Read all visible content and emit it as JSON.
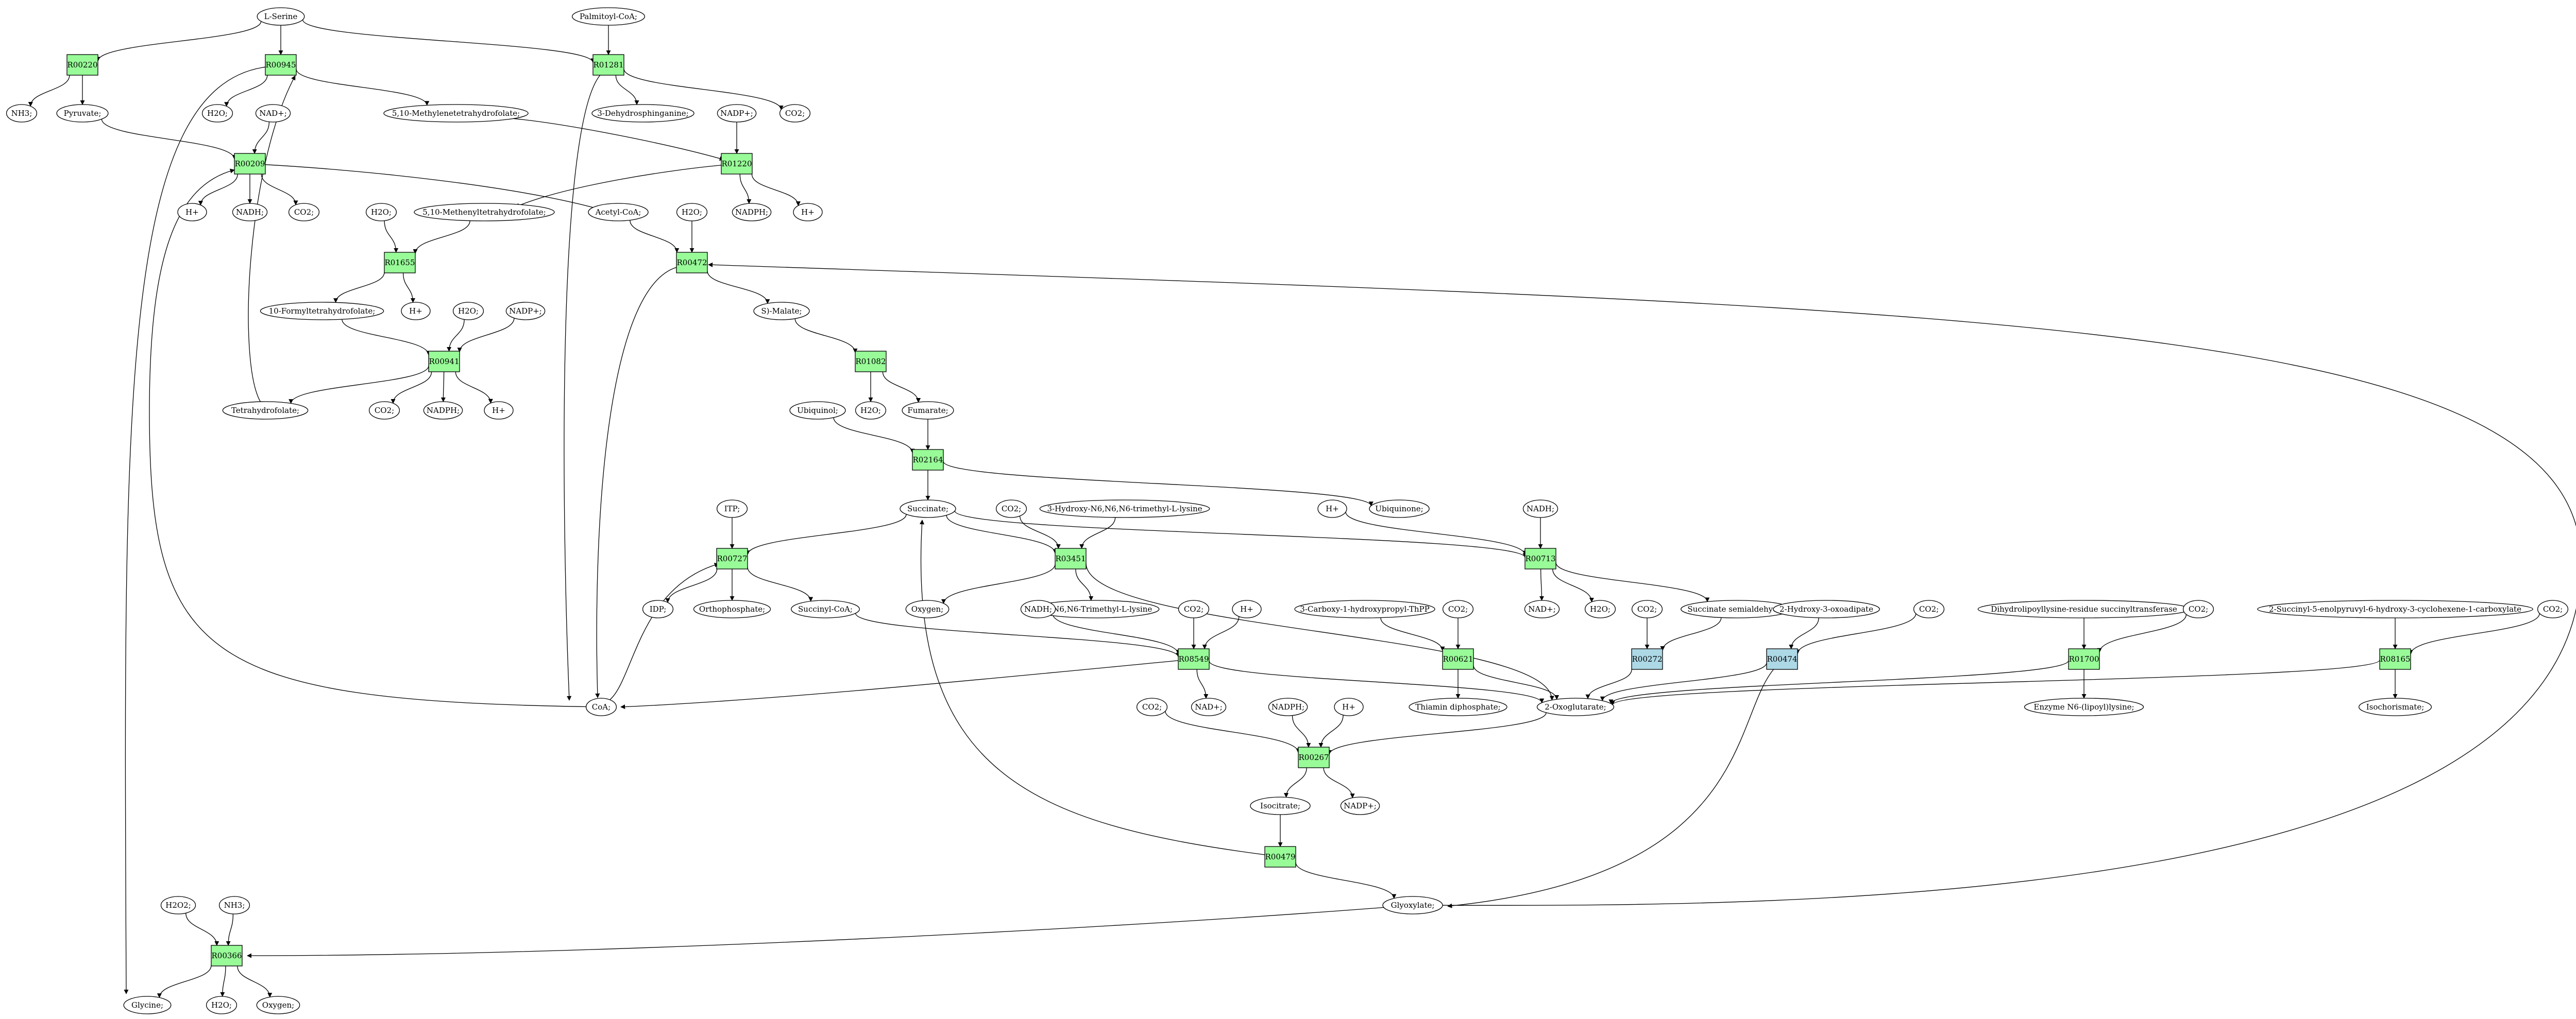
{
  "colors": {
    "reaction": "#98fb98",
    "reaction_alt": "#add8e6",
    "source": "#00ff00",
    "target": "#ffff00",
    "compound": "#ffffff"
  },
  "nodes": {
    "serine": {
      "label": "L-Serine",
      "kind": "source"
    },
    "palmitoyl": {
      "label": "Palmitoyl-CoA;",
      "kind": "compound"
    },
    "r00220": {
      "label": "R00220",
      "kind": "reaction"
    },
    "r00945": {
      "label": "R00945",
      "kind": "reaction"
    },
    "r01281": {
      "label": "R01281",
      "kind": "reaction"
    },
    "nh3_a": {
      "label": "NH3;",
      "kind": "compound"
    },
    "pyruvate": {
      "label": "Pyruvate;",
      "kind": "compound"
    },
    "h2o_a": {
      "label": "H2O;",
      "kind": "compound"
    },
    "nadp_a": {
      "label": "NAD+;",
      "kind": "compound"
    },
    "methylene_thf": {
      "label": "5,10-Methylenetetrahydrofolate;",
      "kind": "compound"
    },
    "dehydrosphinganine": {
      "label": "3-Dehydrosphinganine;",
      "kind": "compound"
    },
    "co2_a": {
      "label": "CO2;",
      "kind": "compound"
    },
    "nadpplus_a": {
      "label": "NADP+;",
      "kind": "compound"
    },
    "r00209": {
      "label": "R00209",
      "kind": "reaction"
    },
    "r01220": {
      "label": "R01220",
      "kind": "reaction"
    },
    "hplus_a": {
      "label": "H+",
      "kind": "compound"
    },
    "nadh_a": {
      "label": "NADH;",
      "kind": "compound"
    },
    "co2_b": {
      "label": "CO2;",
      "kind": "compound"
    },
    "h2o_b": {
      "label": "H2O;",
      "kind": "compound"
    },
    "methenyl_thf": {
      "label": "5,10-Methenyltetrahydrofolate;",
      "kind": "compound"
    },
    "acetylcoa": {
      "label": "Acetyl-CoA;",
      "kind": "compound"
    },
    "h2o_c": {
      "label": "H2O;",
      "kind": "compound"
    },
    "nadph_a": {
      "label": "NADPH;",
      "kind": "compound"
    },
    "hplus_b": {
      "label": "H+",
      "kind": "compound"
    },
    "r01655": {
      "label": "R01655",
      "kind": "reaction"
    },
    "r00472": {
      "label": "R00472",
      "kind": "reaction"
    },
    "formyl_thf": {
      "label": "10-Formyltetrahydrofolate;",
      "kind": "compound"
    },
    "hplus_c": {
      "label": "H+",
      "kind": "compound"
    },
    "h2o_d": {
      "label": "H2O;",
      "kind": "compound"
    },
    "nadpplus_b": {
      "label": "NADP+;",
      "kind": "compound"
    },
    "smalate": {
      "label": "S)-Malate;",
      "kind": "compound"
    },
    "r00941": {
      "label": "R00941",
      "kind": "reaction"
    },
    "r01082": {
      "label": "R01082",
      "kind": "reaction"
    },
    "thf": {
      "label": "Tetrahydrofolate;",
      "kind": "compound"
    },
    "co2_c": {
      "label": "CO2;",
      "kind": "compound"
    },
    "nadph_b": {
      "label": "NADPH;",
      "kind": "compound"
    },
    "hplus_d": {
      "label": "H+",
      "kind": "compound"
    },
    "ubiquinol": {
      "label": "Ubiquinol;",
      "kind": "compound"
    },
    "h2o_e": {
      "label": "H2O;",
      "kind": "compound"
    },
    "fumarate": {
      "label": "Fumarate;",
      "kind": "compound"
    },
    "r02164": {
      "label": "R02164",
      "kind": "reaction"
    },
    "itp": {
      "label": "ITP;",
      "kind": "compound"
    },
    "succinate": {
      "label": "Succinate;",
      "kind": "compound"
    },
    "co2_d": {
      "label": "CO2;",
      "kind": "compound"
    },
    "hydroxy_lys": {
      "label": "3-Hydroxy-N6,N6,N6-trimethyl-L-lysine",
      "kind": "compound"
    },
    "hplus_e": {
      "label": "H+",
      "kind": "compound"
    },
    "ubiquinone": {
      "label": "Ubiquinone;",
      "kind": "compound"
    },
    "nadh_b": {
      "label": "NADH;",
      "kind": "compound"
    },
    "r00727": {
      "label": "R00727",
      "kind": "reaction"
    },
    "r03451": {
      "label": "R03451",
      "kind": "reaction"
    },
    "r00713": {
      "label": "R00713",
      "kind": "reaction"
    },
    "idp": {
      "label": "IDP;",
      "kind": "compound"
    },
    "orthophosphate": {
      "label": "Orthophosphate;",
      "kind": "compound"
    },
    "succinylcoa": {
      "label": "Succinyl-CoA;",
      "kind": "compound"
    },
    "oxygen_a": {
      "label": "Oxygen;",
      "kind": "compound"
    },
    "trimethyl_lys": {
      "label": "N6,N6,N6-Trimethyl-L-lysine",
      "kind": "compound"
    },
    "nadplus_a": {
      "label": "NAD+;",
      "kind": "compound"
    },
    "h2o_f": {
      "label": "H2O;",
      "kind": "compound"
    },
    "succ_semi": {
      "label": "Succinate semialdehyde;",
      "kind": "compound"
    },
    "nadh_c": {
      "label": "NADH;",
      "kind": "compound"
    },
    "co2_e": {
      "label": "CO2;",
      "kind": "compound"
    },
    "hplus_f": {
      "label": "H+",
      "kind": "compound"
    },
    "carboxy_thpp": {
      "label": "3-Carboxy-1-hydroxypropyl-ThPP",
      "kind": "compound"
    },
    "co2_f": {
      "label": "CO2;",
      "kind": "compound"
    },
    "co2_g": {
      "label": "CO2;",
      "kind": "compound"
    },
    "hydroxy_oxo": {
      "label": "2-Hydroxy-3-oxoadipate",
      "kind": "compound"
    },
    "co2_h": {
      "label": "CO2;",
      "kind": "compound"
    },
    "dihydrolipoyl": {
      "label": "Dihydrolipoyllysine-residue succinyltransferase",
      "kind": "compound"
    },
    "co2_i": {
      "label": "CO2;",
      "kind": "compound"
    },
    "succinyl_eno": {
      "label": "2-Succinyl-5-enolpyruvyl-6-hydroxy-3-cyclohexene-1-carboxylate",
      "kind": "compound"
    },
    "co2_j": {
      "label": "CO2;",
      "kind": "compound"
    },
    "r08549": {
      "label": "R08549",
      "kind": "reaction"
    },
    "r00621": {
      "label": "R00621",
      "kind": "reaction"
    },
    "r00272": {
      "label": "R00272",
      "kind": "reaction_alt"
    },
    "r00474": {
      "label": "R00474",
      "kind": "reaction_alt"
    },
    "r01700": {
      "label": "R01700",
      "kind": "reaction"
    },
    "r08165": {
      "label": "R08165",
      "kind": "reaction"
    },
    "coa": {
      "label": "CoA;",
      "kind": "compound"
    },
    "thiamin": {
      "label": "Thiamin diphosphate;",
      "kind": "compound"
    },
    "oxoglutarate": {
      "label": "2-Oxoglutarate;",
      "kind": "compound"
    },
    "lipoyllysine": {
      "label": "Enzyme N6-(lipoyl)lysine;",
      "kind": "compound"
    },
    "isochorismate": {
      "label": "Isochorismate;",
      "kind": "compound"
    },
    "co2_k": {
      "label": "CO2;",
      "kind": "compound"
    },
    "nadplus_b": {
      "label": "NAD+;",
      "kind": "compound"
    },
    "nadph_c": {
      "label": "NADPH;",
      "kind": "compound"
    },
    "hplus_g": {
      "label": "H+",
      "kind": "compound"
    },
    "r00267": {
      "label": "R00267",
      "kind": "reaction"
    },
    "isocitrate": {
      "label": "Isocitrate;",
      "kind": "compound"
    },
    "nadpplus_c": {
      "label": "NADP+;",
      "kind": "compound"
    },
    "r00479": {
      "label": "R00479",
      "kind": "reaction"
    },
    "glyoxylate": {
      "label": "Glyoxylate;",
      "kind": "compound"
    },
    "h2o2": {
      "label": "H2O2;",
      "kind": "compound"
    },
    "nh3_b": {
      "label": "NH3;",
      "kind": "compound"
    },
    "r00366": {
      "label": "R00366",
      "kind": "reaction"
    },
    "glycine": {
      "label": "Glycine;",
      "kind": "target"
    },
    "h2o_g": {
      "label": "H2O;",
      "kind": "compound"
    },
    "oxygen_b": {
      "label": "Oxygen;",
      "kind": "compound"
    }
  },
  "edges": [
    [
      "serine",
      "r00220"
    ],
    [
      "serine",
      "r00945"
    ],
    [
      "serine",
      "r01281"
    ],
    [
      "palmitoyl",
      "r01281"
    ],
    [
      "r00220",
      "nh3_a"
    ],
    [
      "r00220",
      "pyruvate"
    ],
    [
      "r00945",
      "h2o_a"
    ],
    [
      "r00945",
      "methylene_thf"
    ],
    [
      "r00945",
      "glycine"
    ],
    [
      "nadp_a",
      "r00209"
    ],
    [
      "r01281",
      "dehydrosphinganine"
    ],
    [
      "r01281",
      "co2_a"
    ],
    [
      "r01281",
      "coa"
    ],
    [
      "pyruvate",
      "r00209"
    ],
    [
      "r00209",
      "hplus_a"
    ],
    [
      "r00209",
      "nadh_a"
    ],
    [
      "r00209",
      "co2_b"
    ],
    [
      "r00209",
      "acetylcoa"
    ],
    [
      "methylene_thf",
      "r01220"
    ],
    [
      "nadpplus_a",
      "r01220"
    ],
    [
      "r01220",
      "methenyl_thf"
    ],
    [
      "r01220",
      "nadph_a"
    ],
    [
      "r01220",
      "hplus_b"
    ],
    [
      "h2o_b",
      "r01655"
    ],
    [
      "methenyl_thf",
      "r01655"
    ],
    [
      "r01655",
      "formyl_thf"
    ],
    [
      "r01655",
      "hplus_c"
    ],
    [
      "acetylcoa",
      "r00472"
    ],
    [
      "h2o_c",
      "r00472"
    ],
    [
      "r00472",
      "smalate"
    ],
    [
      "r00472",
      "coa"
    ],
    [
      "formyl_thf",
      "r00941"
    ],
    [
      "h2o_d",
      "r00941"
    ],
    [
      "nadpplus_b",
      "r00941"
    ],
    [
      "r00941",
      "thf"
    ],
    [
      "r00941",
      "co2_c"
    ],
    [
      "r00941",
      "nadph_b"
    ],
    [
      "r00941",
      "hplus_d"
    ],
    [
      "thf",
      "r00945"
    ],
    [
      "smalate",
      "r01082"
    ],
    [
      "r01082",
      "h2o_e"
    ],
    [
      "r01082",
      "fumarate"
    ],
    [
      "fumarate",
      "r02164"
    ],
    [
      "ubiquinol",
      "r02164"
    ],
    [
      "r02164",
      "succinate"
    ],
    [
      "r02164",
      "ubiquinone"
    ],
    [
      "itp",
      "r00727"
    ],
    [
      "succinate",
      "r00727"
    ],
    [
      "succinate",
      "r03451"
    ],
    [
      "succinate",
      "r00713"
    ],
    [
      "co2_d",
      "r03451"
    ],
    [
      "hydroxy_lys",
      "r03451"
    ],
    [
      "hplus_e",
      "r00713"
    ],
    [
      "nadh_b",
      "r00713"
    ],
    [
      "r00727",
      "idp"
    ],
    [
      "r00727",
      "orthophosphate"
    ],
    [
      "r00727",
      "succinylcoa"
    ],
    [
      "r03451",
      "oxygen_a"
    ],
    [
      "r03451",
      "trimethyl_lys"
    ],
    [
      "r03451",
      "oxoglutarate"
    ],
    [
      "r00713",
      "nadplus_a"
    ],
    [
      "r00713",
      "h2o_f"
    ],
    [
      "r00713",
      "succ_semi"
    ],
    [
      "succinylcoa",
      "r08549"
    ],
    [
      "nadh_c",
      "r08549"
    ],
    [
      "co2_e",
      "r08549"
    ],
    [
      "hplus_f",
      "r08549"
    ],
    [
      "r08549",
      "coa"
    ],
    [
      "r08549",
      "nadplus_b"
    ],
    [
      "r08549",
      "oxoglutarate"
    ],
    [
      "coa",
      "r00727"
    ],
    [
      "coa",
      "r00209"
    ],
    [
      "carboxy_thpp",
      "r00621"
    ],
    [
      "co2_f",
      "r00621"
    ],
    [
      "r00621",
      "thiamin"
    ],
    [
      "r00621",
      "oxoglutarate"
    ],
    [
      "co2_g",
      "r00272"
    ],
    [
      "succ_semi",
      "r00272"
    ],
    [
      "r00272",
      "oxoglutarate"
    ],
    [
      "hydroxy_oxo",
      "r00474"
    ],
    [
      "co2_h",
      "r00474"
    ],
    [
      "r00474",
      "oxoglutarate"
    ],
    [
      "r00474",
      "glyoxylate"
    ],
    [
      "dihydrolipoyl",
      "r01700"
    ],
    [
      "co2_i",
      "r01700"
    ],
    [
      "r01700",
      "lipoyllysine"
    ],
    [
      "r01700",
      "oxoglutarate"
    ],
    [
      "succinyl_eno",
      "r08165"
    ],
    [
      "co2_j",
      "r08165"
    ],
    [
      "r08165",
      "isochorismate"
    ],
    [
      "r08165",
      "oxoglutarate"
    ],
    [
      "oxoglutarate",
      "r00267"
    ],
    [
      "co2_k",
      "r00267"
    ],
    [
      "nadph_c",
      "r00267"
    ],
    [
      "hplus_g",
      "r00267"
    ],
    [
      "r00267",
      "isocitrate"
    ],
    [
      "r00267",
      "nadpplus_c"
    ],
    [
      "isocitrate",
      "r00479"
    ],
    [
      "r00479",
      "glyoxylate"
    ],
    [
      "r00479",
      "succinate"
    ],
    [
      "glyoxylate",
      "r00472"
    ],
    [
      "glyoxylate",
      "r00366"
    ],
    [
      "h2o2",
      "r00366"
    ],
    [
      "nh3_b",
      "r00366"
    ],
    [
      "r00366",
      "glycine"
    ],
    [
      "r00366",
      "h2o_g"
    ],
    [
      "r00366",
      "oxygen_b"
    ]
  ]
}
